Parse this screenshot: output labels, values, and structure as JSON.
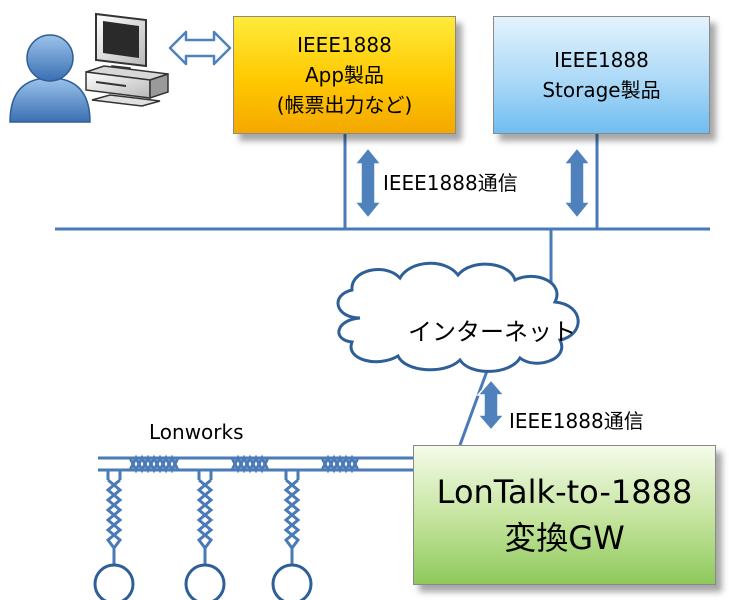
{
  "app_box": {
    "line1": "IEEE1888",
    "line2": "App製品",
    "line3": "(帳票出力など)"
  },
  "storage_box": {
    "line1": "IEEE1888",
    "line2": "Storage製品"
  },
  "gateway_box": {
    "line1": "LonTalk-to-1888",
    "line2": "変換GW"
  },
  "labels": {
    "comm_upper": "IEEE1888通信",
    "comm_lower": "IEEE1888通信",
    "internet": "インターネット",
    "lonworks": "Lonworks"
  },
  "colors": {
    "app_fill": "#ffc800",
    "storage_fill": "#a5d6f6",
    "gateway_fill": "#a8d66f",
    "line": "#4a7ab8",
    "arrow": "#4f81bd"
  },
  "icons": [
    "user-icon",
    "computer-icon",
    "double-arrow-icon",
    "cloud-icon",
    "device-node-icon"
  ]
}
